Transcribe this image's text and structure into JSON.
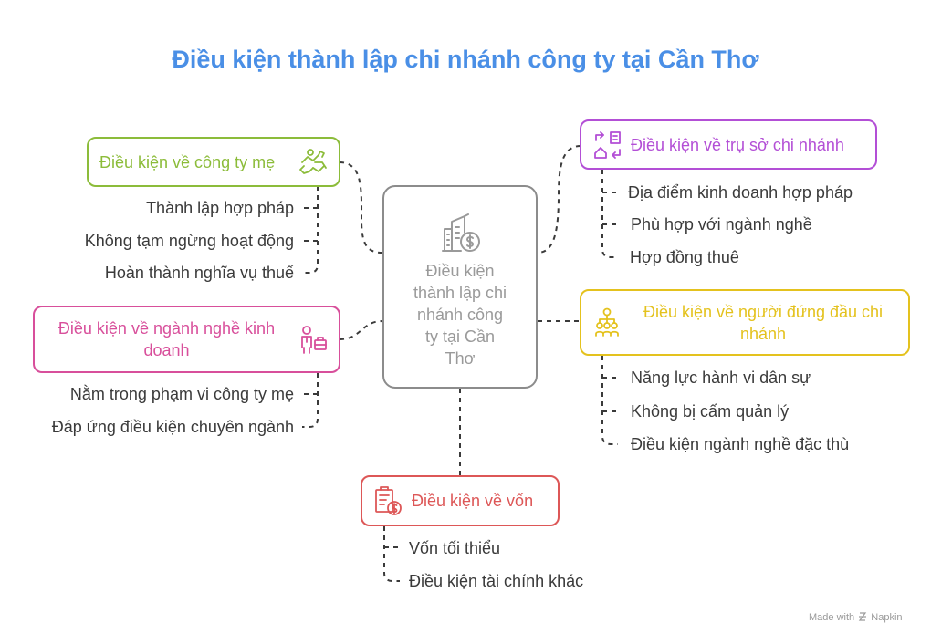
{
  "title": "Điều kiện thành lập chi nhánh công ty tại Cần Thơ",
  "center": {
    "lines": [
      "Điều kiện",
      "thành lập chi",
      "nhánh công",
      "ty tại Cần",
      "Thơ"
    ],
    "icon": "building-dollar-icon"
  },
  "branches": {
    "parent_company": {
      "label": "Điều kiện về công ty mẹ",
      "color": "#8cbc3a",
      "icon": "handshake-agreement-icon",
      "items": [
        "Thành lập hợp pháp",
        "Không tạm ngừng hoạt động",
        "Hoàn thành nghĩa vụ thuế"
      ]
    },
    "business_sector": {
      "label": "Điều kiện về ngành nghề kinh doanh",
      "color": "#d84f9b",
      "icon": "businessman-briefcase-icon",
      "items": [
        "Nằm trong phạm vi công ty mẹ",
        "Đáp ứng điều kiện chuyên ngành"
      ]
    },
    "head_office": {
      "label": "Điều kiện về trụ sở chi nhánh",
      "color": "#b34fd6",
      "icon": "relocate-office-icon",
      "items": [
        "Địa điểm kinh doanh hợp pháp",
        "Phù hợp với ngành nghề",
        "Hợp đồng thuê"
      ]
    },
    "head_person": {
      "label": "Điều kiện về người đứng đầu chi nhánh",
      "color": "#e4c21e",
      "icon": "org-hierarchy-icon",
      "items": [
        "Năng lực hành vi dân sự",
        "Không bị cấm quản lý",
        "Điều kiện ngành nghề đặc thù"
      ]
    },
    "capital": {
      "label": "Điều kiện về vốn",
      "color": "#dd5757",
      "icon": "document-dollar-icon",
      "items": [
        "Vốn tối thiểu",
        "Điều kiện tài chính khác"
      ]
    }
  },
  "footer": {
    "made_with": "Made with",
    "brand": "Napkin"
  }
}
